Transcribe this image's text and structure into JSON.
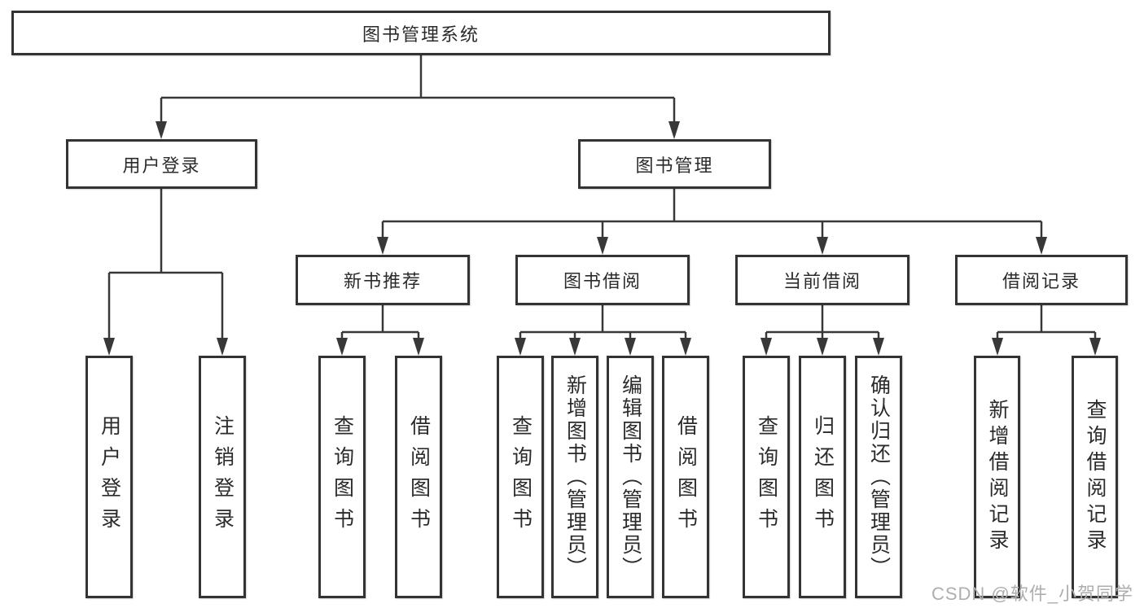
{
  "diagram": {
    "title": "图书管理系统",
    "branches": {
      "user_login": {
        "label": "用户登录",
        "children": [
          {
            "label": "用户登录"
          },
          {
            "label": "注销登录"
          }
        ]
      },
      "book_mgmt": {
        "label": "图书管理",
        "children": [
          {
            "label": "新书推荐",
            "children": [
              {
                "label": "查询图书"
              },
              {
                "label": "借阅图书"
              }
            ]
          },
          {
            "label": "图书借阅",
            "children": [
              {
                "label": "查询图书"
              },
              {
                "label": "新增图书（管理员）"
              },
              {
                "label": "编辑图书（管理员）"
              },
              {
                "label": "借阅图书"
              }
            ]
          },
          {
            "label": "当前借阅",
            "children": [
              {
                "label": "查询图书"
              },
              {
                "label": "归还图书"
              },
              {
                "label": "确认归还（管理员）"
              }
            ]
          },
          {
            "label": "借阅记录",
            "children": [
              {
                "label": "新增借阅记录"
              },
              {
                "label": "查询借阅记录"
              }
            ]
          }
        ]
      }
    }
  },
  "watermark": "CSDN @软件_小贺同学",
  "colors": {
    "line": "#383838",
    "box_border": "#333333",
    "text": "#2b2b2b",
    "watermark_text": "#aeaeae",
    "background": "#ffffff"
  }
}
